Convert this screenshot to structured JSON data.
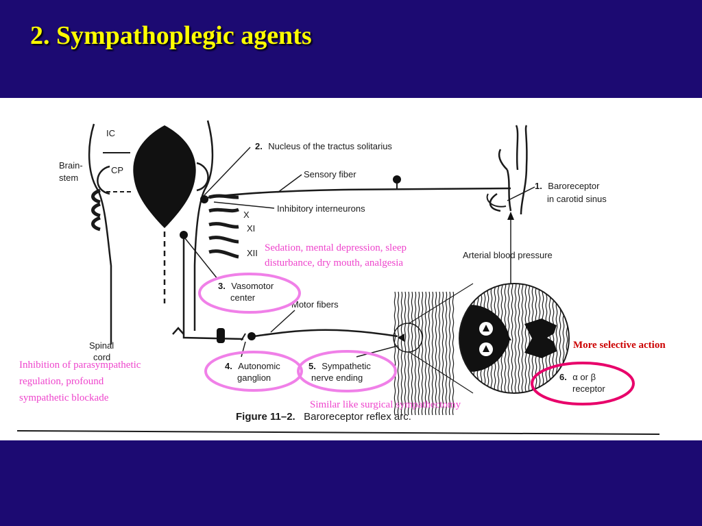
{
  "slide": {
    "title": "2. Sympathoplegic agents"
  },
  "figure": {
    "labels": {
      "ic": "IC",
      "cp": "CP",
      "brainstem_1": "Brain-",
      "brainstem_2": "stem",
      "spinal_1": "Spinal",
      "spinal_2": "cord",
      "n2_num": "2.",
      "n2_text": "Nucleus of the tractus solitarius",
      "sensory_fiber": "Sensory fiber",
      "inhibitory_interneurons": "Inhibitory interneurons",
      "nerve_x": "X",
      "nerve_xi": "XI",
      "nerve_xii": "XII",
      "n1_num": "1.",
      "n1_text_1": "Baroreceptor",
      "n1_text_2": "in carotid sinus",
      "arterial_bp": "Arterial blood pressure",
      "n3_num": "3.",
      "n3_text_1": "Vasomotor",
      "n3_text_2": "center",
      "motor_fibers": "Motor fibers",
      "n4_num": "4.",
      "n4_text_1": "Autonomic",
      "n4_text_2": "ganglion",
      "n5_num": "5.",
      "n5_text_1": "Sympathetic",
      "n5_text_2": "nerve ending",
      "n6_num": "6.",
      "n6_text_1": "α or β",
      "n6_text_2": "receptor"
    },
    "caption": {
      "figure_label": "Figure 11–2.",
      "text": "Baroreceptor reflex arc."
    }
  },
  "annotations": {
    "vasomotor_1": "Sedation, mental depression, sleep",
    "vasomotor_2": "disturbance, dry mouth, analgesia",
    "ganglion_1": "Inhibition of parasympathetic",
    "ganglion_2": "regulation, profound",
    "ganglion_3": "sympathetic blockade",
    "nerve_ending": "Similar like surgical sympathectomy",
    "receptor": "More selective action"
  },
  "colors": {
    "background": "#1c0a72",
    "title": "#ffff00",
    "pink_annotation": "#ee44cc",
    "red_annotation": "#cc0000",
    "ellipse_pink": "#f080e8",
    "ellipse_red": "#e8006a"
  }
}
